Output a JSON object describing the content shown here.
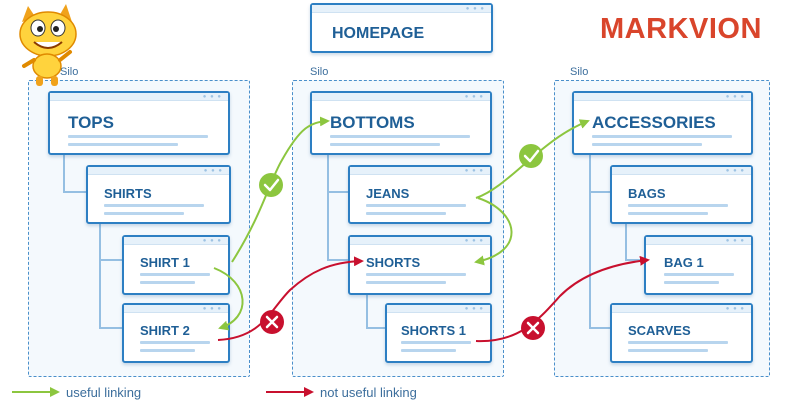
{
  "brand": "MARKVION",
  "homepage": "HOMEPAGE",
  "silos": [
    {
      "label": "Silo",
      "category": "TOPS",
      "subcategory": "SHIRTS",
      "products": [
        "SHIRT 1",
        "SHIRT 2"
      ]
    },
    {
      "label": "Silo",
      "category": "BOTTOMS",
      "subcategories": [
        "JEANS",
        "SHORTS"
      ],
      "product": "SHORTS 1"
    },
    {
      "label": "Silo",
      "category": "ACCESSORIES",
      "subcategories": [
        "BAGS",
        "SCARVES"
      ],
      "product": "BAG 1"
    }
  ],
  "legend": {
    "useful": "useful linking",
    "not_useful": "not useful linking"
  },
  "colors": {
    "useful": "#8cc63f",
    "not_useful": "#c8102e",
    "card_border": "#2d7fc3",
    "title_text": "#1f5f96",
    "brand": "#d9452b"
  },
  "icons": {
    "useful_marker": "check-circle-icon",
    "not_useful_marker": "x-circle-icon",
    "mascot": "cartoon-mascot-icon"
  }
}
